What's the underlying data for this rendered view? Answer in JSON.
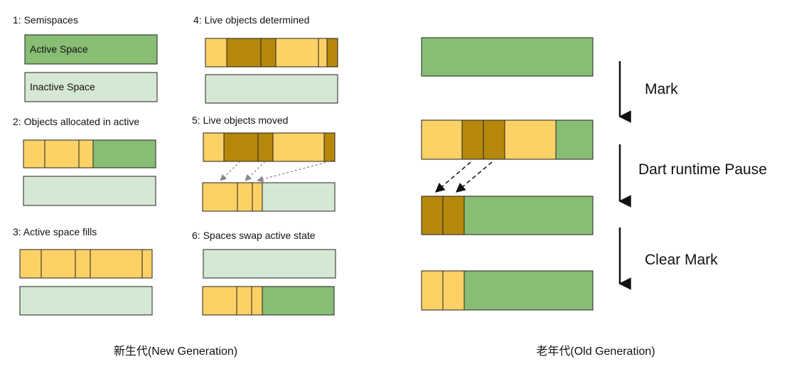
{
  "colors": {
    "active": "#88bd74",
    "inactive": "#d5e8d3",
    "object_allocated": "#fcd166",
    "object_live": "#b5870b",
    "stroke": "#222222",
    "arrow": "#111111",
    "dashed_arrow": "#888888"
  },
  "new_generation": {
    "caption": "新生代(New Generation)",
    "steps": [
      {
        "label": "1: Semispaces",
        "active_label": "Active Space",
        "inactive_label": "Inactive Space"
      },
      {
        "label": "2: Objects allocated in active"
      },
      {
        "label": "3: Active space fills"
      },
      {
        "label": "4: Live objects determined"
      },
      {
        "label": "5: Live objects moved"
      },
      {
        "label": "6: Spaces swap active state"
      }
    ]
  },
  "old_generation": {
    "caption": "老年代(Old Generation)",
    "phases": [
      "Mark",
      "Dart runtime Pause",
      "Clear Mark"
    ]
  }
}
